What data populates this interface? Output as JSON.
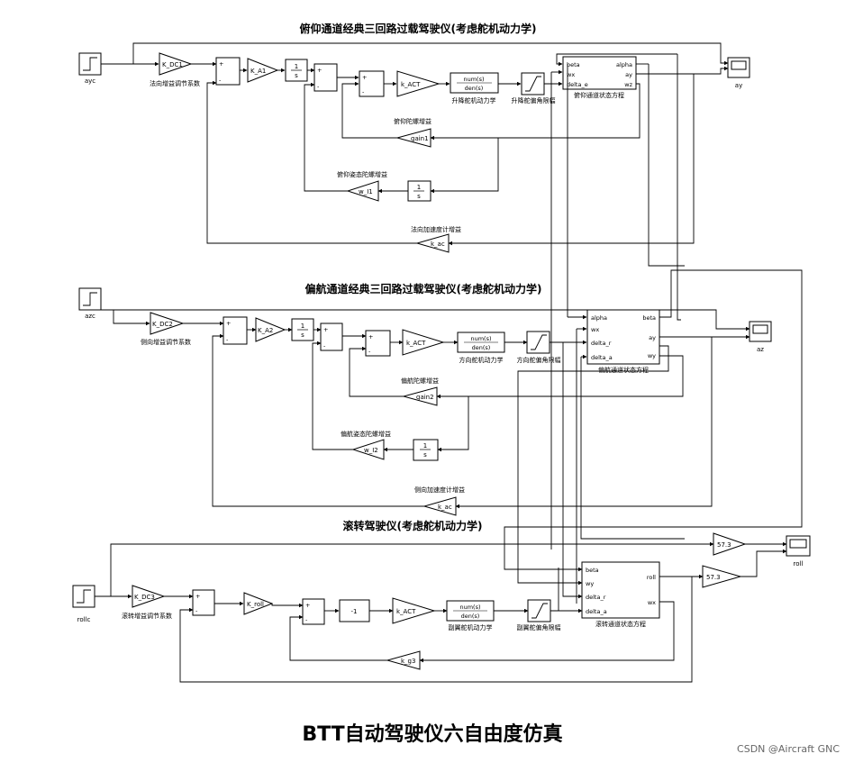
{
  "titles": {
    "pitch": "俯仰通道经典三回路过载驾驶仪(考虑舵机动力学)",
    "yaw": "偏航通道经典三回路过载驾驶仪(考虑舵机动力学)",
    "roll": "滚转驾驶仪(考虑舵机动力学)",
    "main": "BTT自动驾驶仪六自由度仿真"
  },
  "watermark": "CSDN @Aircraft GNC",
  "pitch": {
    "input": "ayc",
    "k_dc": "K_DC1",
    "k_dc_cap": "法向增益调节系数",
    "k_a": "K_A1",
    "int_num": "1",
    "int_den": "s",
    "k_act": "k_ACT",
    "tf_num": "num(s)",
    "tf_den": "den(s)",
    "tf_cap": "升降舵机动力学",
    "sat_cap": "升降舵偏角限幅",
    "state_cap": "俯仰通道状态方程",
    "state_in": [
      "beta",
      "wx",
      "delta_e"
    ],
    "state_out": [
      "alpha",
      "ay",
      "wz"
    ],
    "gain1": "gain1",
    "gain1_cap": "俯仰陀螺增益",
    "w_i": "w_I1",
    "w_i_cap": "俯仰姿态陀螺增益",
    "k_ac": "k_ac",
    "k_ac_cap": "法向加速度计增益",
    "scope": "ay"
  },
  "yaw": {
    "input": "azc",
    "k_dc": "K_DC2",
    "k_dc_cap": "侧向增益调节系数",
    "k_a": "K_A2",
    "int_num": "1",
    "int_den": "s",
    "k_act": "k_ACT",
    "tf_num": "num(s)",
    "tf_den": "den(s)",
    "tf_cap": "方向舵机动力学",
    "sat_cap": "方向舵偏角限幅",
    "state_cap": "偏航通道状态方程",
    "state_in": [
      "alpha",
      "wx",
      "delta_r",
      "delta_a"
    ],
    "state_out": [
      "beta",
      "ay",
      "wy"
    ],
    "gain2": "gain2",
    "gain2_cap": "偏航陀螺增益",
    "w_i": "w_I2",
    "w_i_cap": "偏航姿态陀螺增益",
    "k_ac": "k_ac",
    "k_ac_cap": "侧向加速度计增益",
    "scope": "az"
  },
  "roll": {
    "input": "rollc",
    "k_dc": "K_DC3",
    "k_dc_cap": "滚转增益调节系数",
    "k_roll": "K_roll",
    "neg": "-1",
    "k_act": "k_ACT",
    "tf_num": "num(s)",
    "tf_den": "den(s)",
    "tf_cap": "副翼舵机动力学",
    "sat_cap": "副翼舵偏角限幅",
    "state_cap": "滚转通道状态方程",
    "state_in": [
      "beta",
      "wy",
      "delta_r",
      "delta_a"
    ],
    "state_out": [
      "roll",
      "wx"
    ],
    "k_g3": "k_g3",
    "gain_a": "57.3",
    "gain_b": "57.3",
    "scope": "roll"
  },
  "signs": {
    "plus": "+",
    "minus": "-"
  }
}
